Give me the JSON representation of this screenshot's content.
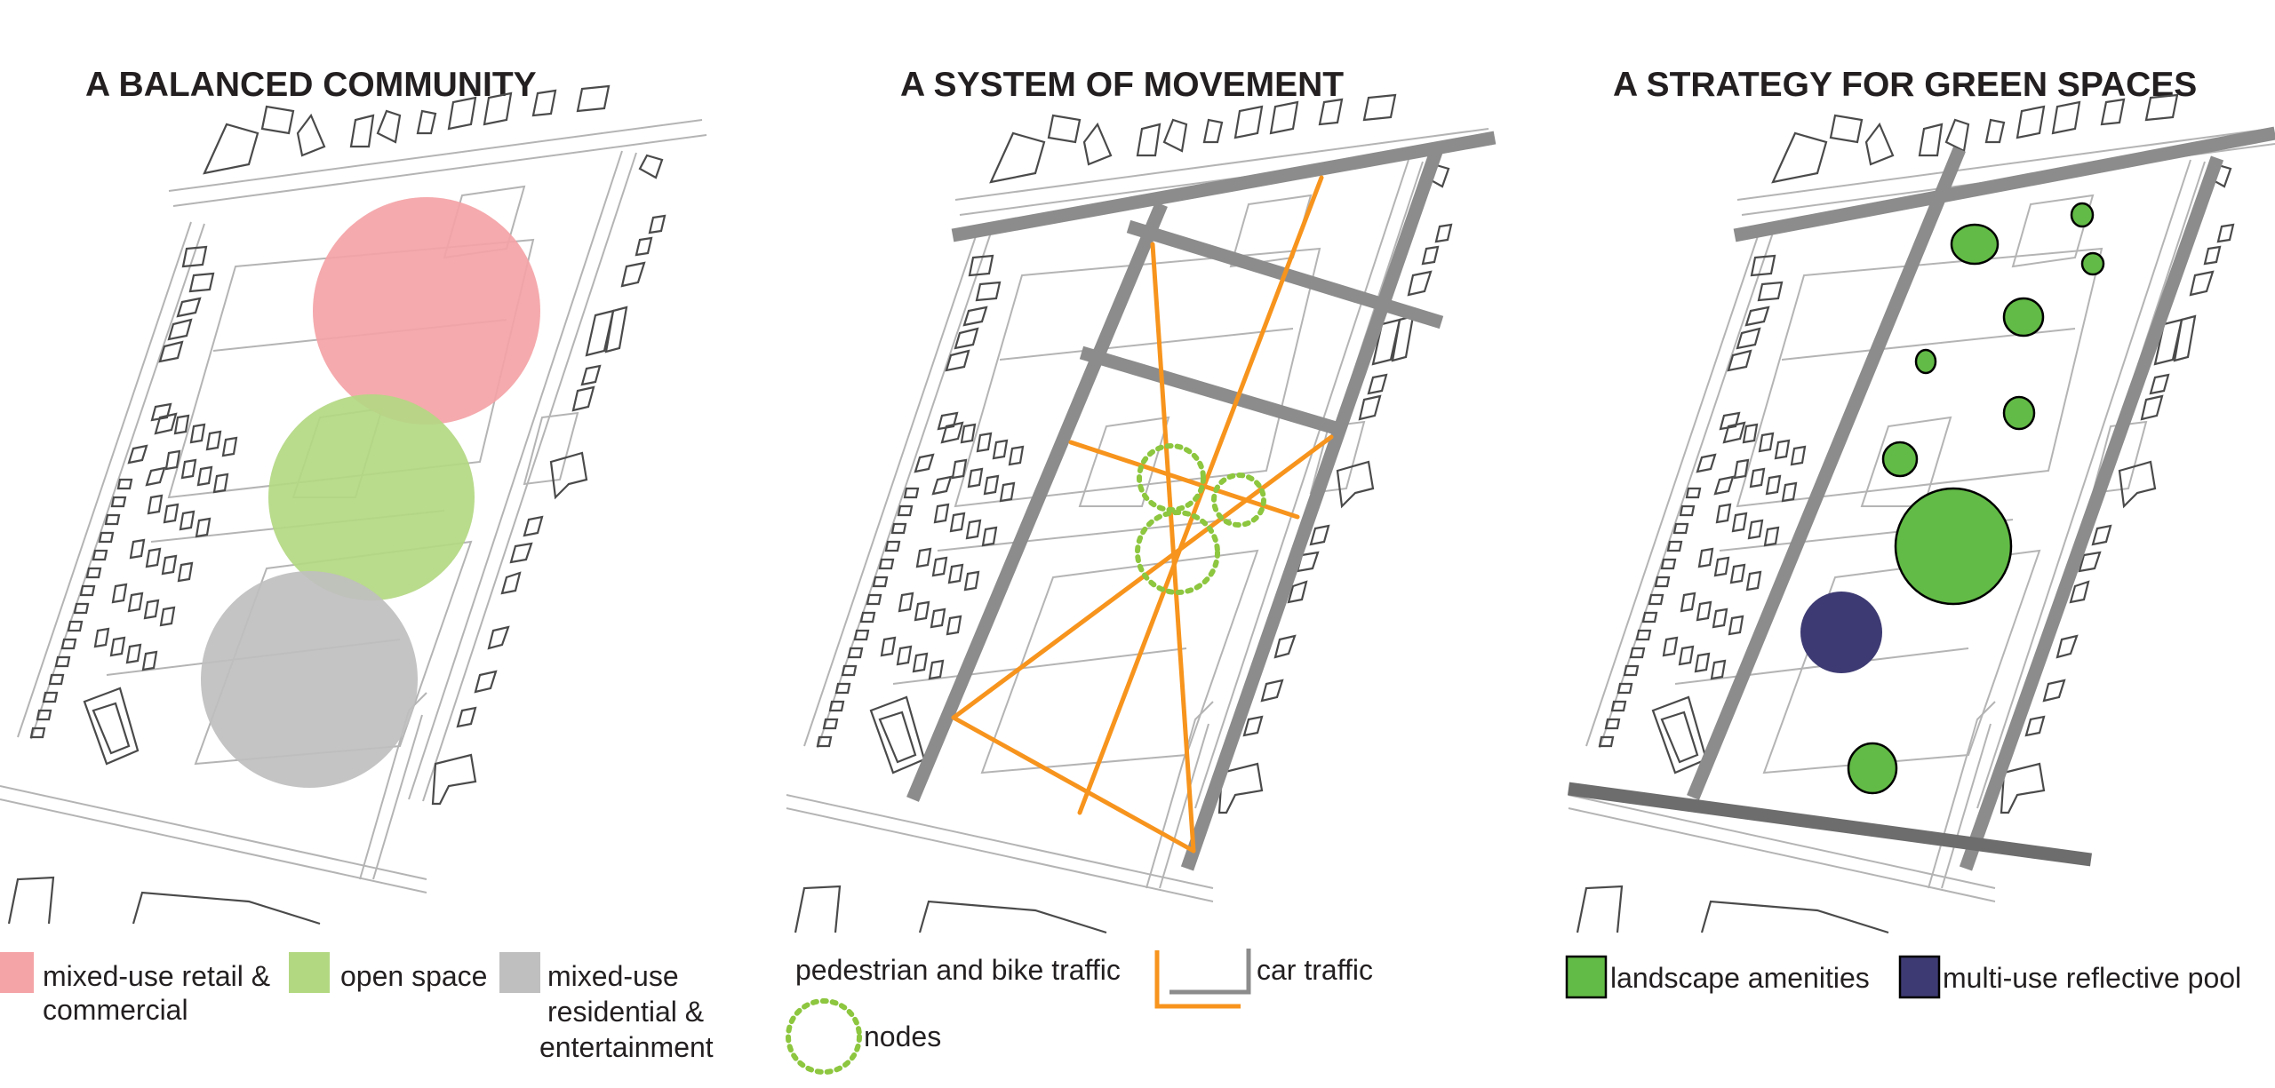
{
  "panels": [
    {
      "title": "A BALANCED COMMUNITY",
      "legend": [
        {
          "label_lines": [
            "mixed-use retail &",
            "commercial"
          ],
          "color": "#f4a3a6"
        },
        {
          "label_lines": [
            "open space"
          ],
          "color": "#b3d882"
        },
        {
          "label_lines": [
            "mixed-use",
            "residential &",
            "entertainment"
          ],
          "color": "#bfbfbf"
        }
      ]
    },
    {
      "title": "A SYSTEM OF MOVEMENT",
      "legend": [
        {
          "label_lines": [
            "pedestrian and bike traffic"
          ],
          "color": "#f7941d"
        },
        {
          "label_lines": [
            "car traffic"
          ],
          "color": "#8c8c8c"
        },
        {
          "label_lines": [
            "nodes"
          ],
          "color": "#8dc63f"
        }
      ]
    },
    {
      "title": "A STRATEGY FOR GREEN SPACES",
      "legend": [
        {
          "label_lines": [
            "landscape amenities"
          ],
          "color": "#62bb46"
        },
        {
          "label_lines": [
            "multi-use reflective pool"
          ],
          "color": "#3d3a73"
        }
      ]
    }
  ],
  "colors": {
    "road": "#8c8c8c",
    "road_dark": "#6d6d6d",
    "path": "#f7941d",
    "node": "#8dc63f",
    "amenity": "#62bb46",
    "pool": "#3d3a73"
  }
}
